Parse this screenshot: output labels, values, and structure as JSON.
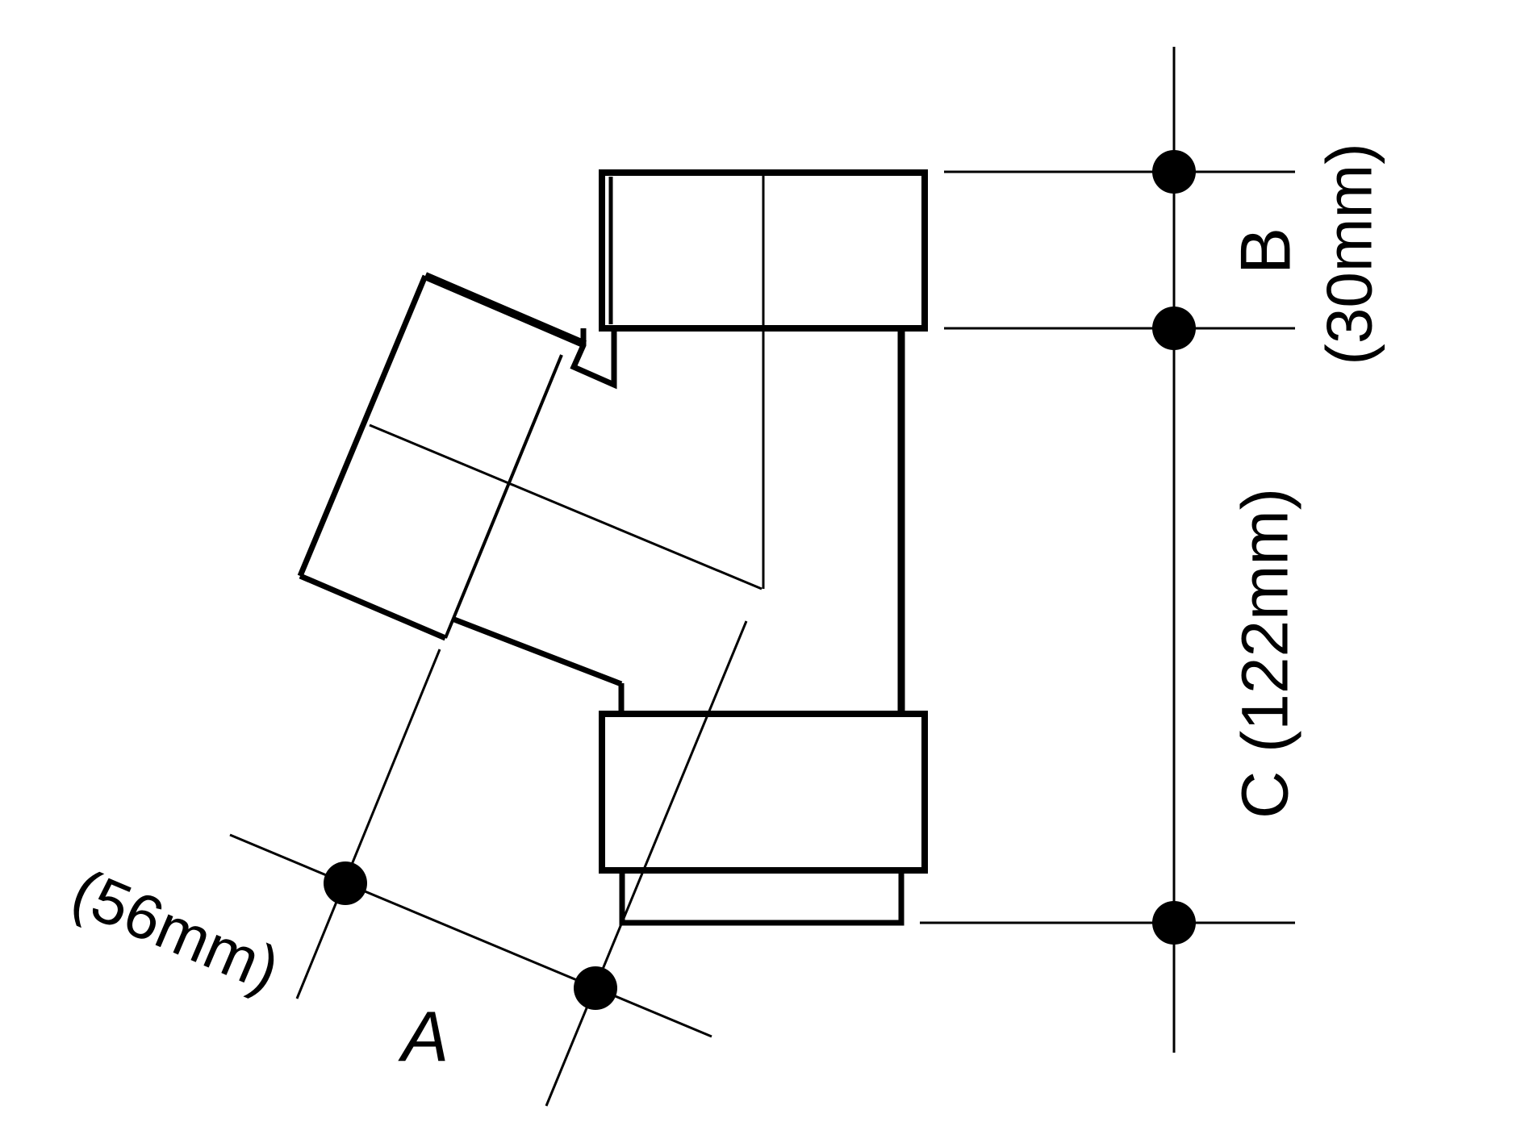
{
  "diagram": {
    "labels": {
      "a_letter": "A",
      "a_value": "(56mm)",
      "b_letter": "B",
      "b_value": "(30mm)",
      "c_label": "C (122mm)"
    },
    "colors": {
      "stroke": "#000000",
      "background": "#ffffff"
    }
  }
}
